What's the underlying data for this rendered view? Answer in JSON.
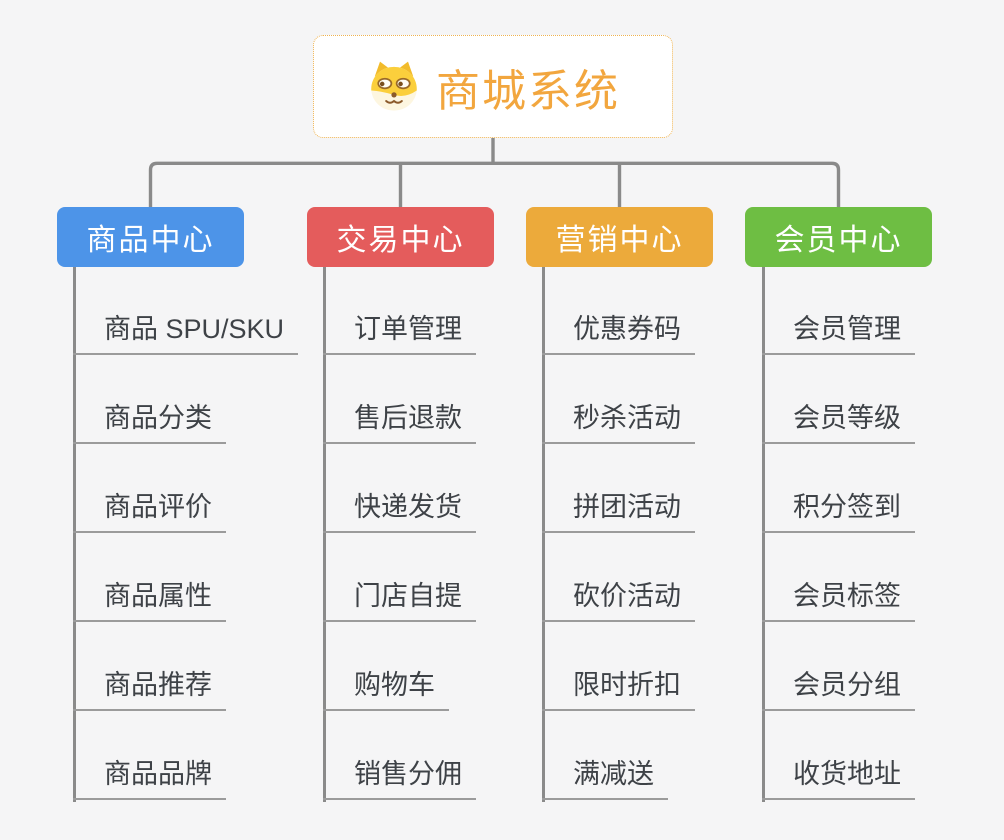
{
  "root": {
    "title": "商城系统",
    "icon": "dog-icon"
  },
  "colors": {
    "root_text": "#f2a63e",
    "root_border": "#efb351",
    "connector": "#8a8a8a",
    "leaf_underline": "#9b9b9b",
    "leaf_text": "#3e4247",
    "background": "#f5f5f6"
  },
  "branches": [
    {
      "label": "商品中心",
      "color": "#4d94e8",
      "items": [
        "商品 SPU/SKU",
        "商品分类",
        "商品评价",
        "商品属性",
        "商品推荐",
        "商品品牌"
      ]
    },
    {
      "label": "交易中心",
      "color": "#e45c5c",
      "items": [
        "订单管理",
        "售后退款",
        "快递发货",
        "门店自提",
        "购物车",
        "销售分佣"
      ]
    },
    {
      "label": "营销中心",
      "color": "#ecaa3b",
      "items": [
        "优惠券码",
        "秒杀活动",
        "拼团活动",
        "砍价活动",
        "限时折扣",
        "满减送"
      ]
    },
    {
      "label": "会员中心",
      "color": "#6ebe43",
      "items": [
        "会员管理",
        "会员等级",
        "积分签到",
        "会员标签",
        "会员分组",
        "收货地址"
      ]
    }
  ]
}
